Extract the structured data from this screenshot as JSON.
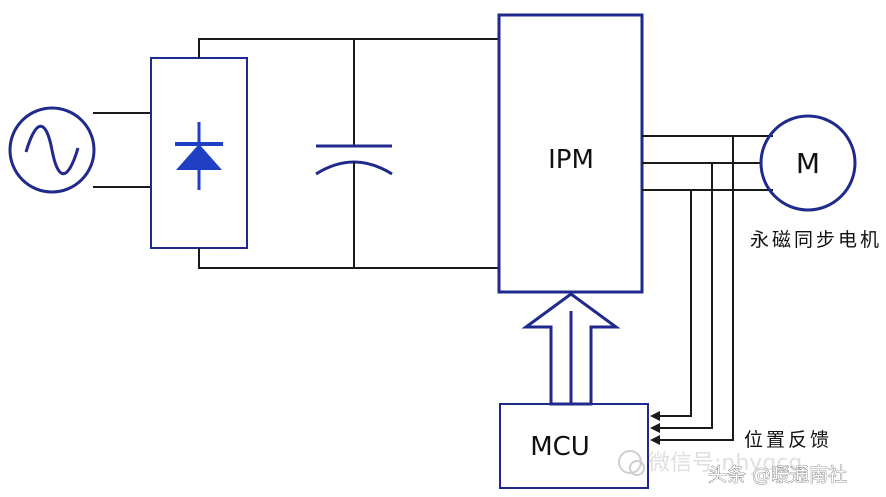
{
  "diagram": {
    "colors": {
      "block": "#1f2a8c",
      "wire": "#1a1a1a",
      "diode_fill": "#1f3fc4",
      "arrow": "#1f2a8c",
      "watermark": "#cfcfcf",
      "background": "#ffffff"
    },
    "blocks": {
      "ac_source": {
        "icon": "ac-sine-icon"
      },
      "rectifier": {
        "icon": "diode-icon"
      },
      "capacitor": {
        "icon": "capacitor-icon"
      },
      "ipm": {
        "label": "IPM"
      },
      "motor": {
        "label": "M",
        "caption": "永磁同步电机"
      },
      "mcu": {
        "label": "MCU"
      }
    },
    "feedback_label": "位置反馈",
    "watermark": {
      "faded_text": "微信号:nhyqcg",
      "attribution": "头条 @暖通南社"
    }
  }
}
